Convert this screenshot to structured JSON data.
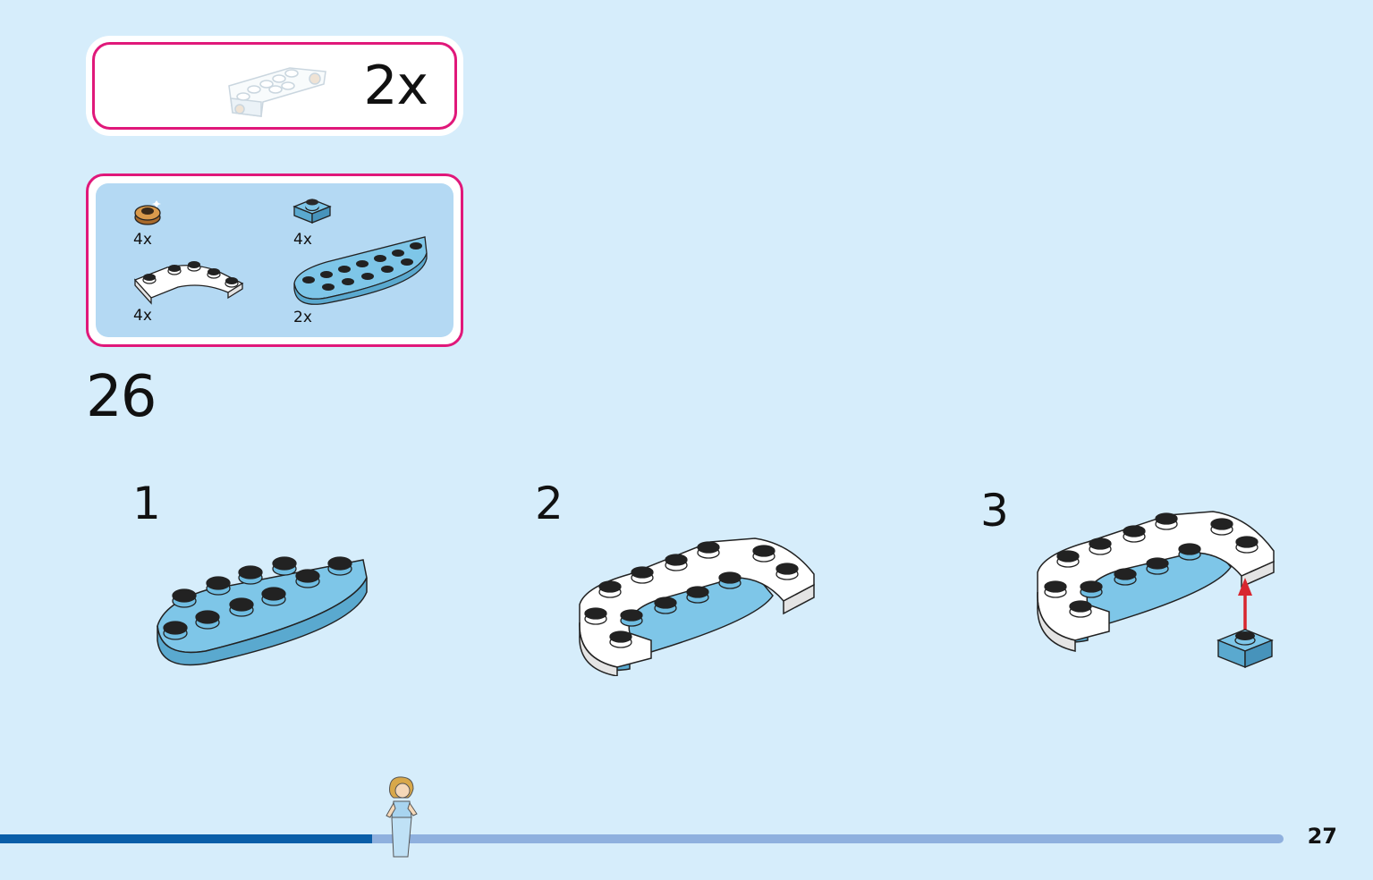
{
  "subassembly": {
    "count": "2x"
  },
  "parts_list": [
    {
      "icon": "gold-round-tile-icon",
      "qty": "4x"
    },
    {
      "icon": "blue-1x1-plate-icon",
      "qty": "4x"
    },
    {
      "icon": "white-curved-plate-icon",
      "qty": "4x"
    },
    {
      "icon": "blue-half-round-plate-icon",
      "qty": "2x"
    }
  ],
  "step": {
    "number": "26"
  },
  "sub_steps": [
    "1",
    "2",
    "3"
  ],
  "progress": {
    "fraction": 0.29
  },
  "page": {
    "number": "27"
  },
  "colors": {
    "background": "#d6edfb",
    "accent": "#e0187a",
    "brick_blue": "#6fbde2",
    "brick_white": "#ffffff",
    "arrow": "#d8262f",
    "progress_done": "#0a5ea8",
    "progress_remaining": "#8fb0de"
  }
}
